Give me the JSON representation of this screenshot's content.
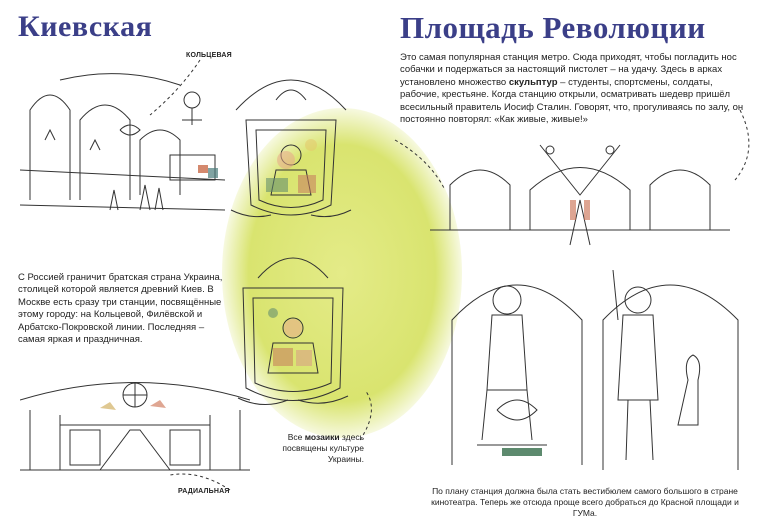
{
  "left": {
    "title": "Киевская",
    "label_ring": "КОЛЬЦЕВАЯ",
    "label_radial": "РАДИАЛЬНАЯ",
    "paragraph": "С Россией граничит братская страна Украина, столицей которой является древний Киев. В Москве есть сразу три станции, посвящённые этому городу: на Кольцевой, Филёвской и Арбатско-Покровской линии. Последняя – самая яркая и праздничная.",
    "note_pre": "Все ",
    "note_bold": "мозаики",
    "note_post": " здесь посвящены культуре Украины."
  },
  "right": {
    "title": "Площадь Революции",
    "para_1": "Это самая популярная станция метро. Сюда приходят, чтобы погладить нос собачки и подержаться за настоящий пистолет – на удачу. Здесь в арках установлено множество ",
    "para_bold": "скульптур",
    "para_2": " – студенты, спортсмены, солдаты, рабочие, крестьяне. Когда станцию открыли, осматривать шедевр пришёл всесильный правитель Иосиф Сталин. Говорят, что, прогуливаясь по залу, он постоянно повторял: «Как живые, живые!»",
    "bottom_note": "По плану станция должна была стать вестибюлем самого большого в стране кинотеатра. Теперь же отсюда проще всего добраться до Красной площади и ГУМа."
  },
  "colors": {
    "title": "#3b3f88",
    "accent_green": "#d9e46f",
    "ink": "#333333"
  }
}
